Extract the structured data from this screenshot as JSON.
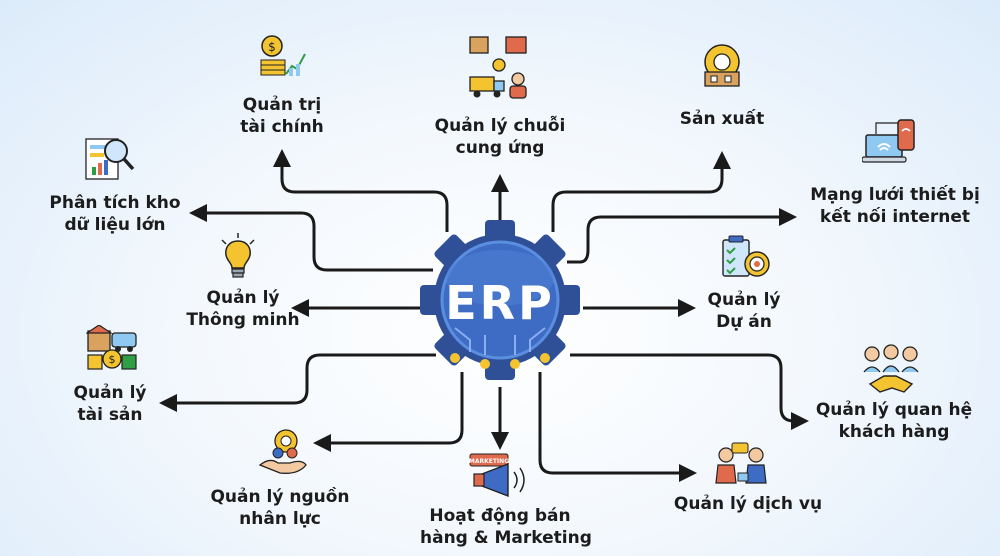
{
  "hub": {
    "label": "ERP"
  },
  "nodes": {
    "finance": {
      "line1": "Quản trị",
      "line2": "tài chính"
    },
    "supply_chain": {
      "line1": "Quản lý chuỗi",
      "line2": "cung ứng"
    },
    "production": {
      "line1": "Sản xuất"
    },
    "iot": {
      "line1": "Mạng lưới thiết bị",
      "line2": "kết nối internet"
    },
    "big_data": {
      "line1": "Phân tích kho",
      "line2": "dữ liệu lớn"
    },
    "smart": {
      "line1": "Quản lý",
      "line2": "Thông minh"
    },
    "project": {
      "line1": "Quản lý",
      "line2": "Dự án"
    },
    "assets": {
      "line1": "Quản lý",
      "line2": "tài sản"
    },
    "crm": {
      "line1": "Quản lý quan hệ",
      "line2": "khách hàng"
    },
    "hr": {
      "line1": "Quản lý nguồn",
      "line2": "nhân lực"
    },
    "sales": {
      "line1": "Hoạt động bán",
      "line2": "hàng & Marketing",
      "icon_text": "MARKETING"
    },
    "service": {
      "line1": "Quản lý dịch vụ"
    }
  },
  "colors": {
    "line": "#1a1a1a",
    "hub_outer": "#2f4f97",
    "hub_inner": "#3e6bc4",
    "hub_ring": "#5a8ee0",
    "hub_dot": "#f4c430",
    "text": "#1c1c1c"
  },
  "icons": [
    "finance-icon",
    "supply-chain-icon",
    "factory-icon",
    "iot-icon",
    "data-analysis-icon",
    "lightbulb-icon",
    "project-checklist-icon",
    "assets-icon",
    "handshake-icon",
    "hr-icon",
    "marketing-megaphone-icon",
    "service-icon"
  ]
}
